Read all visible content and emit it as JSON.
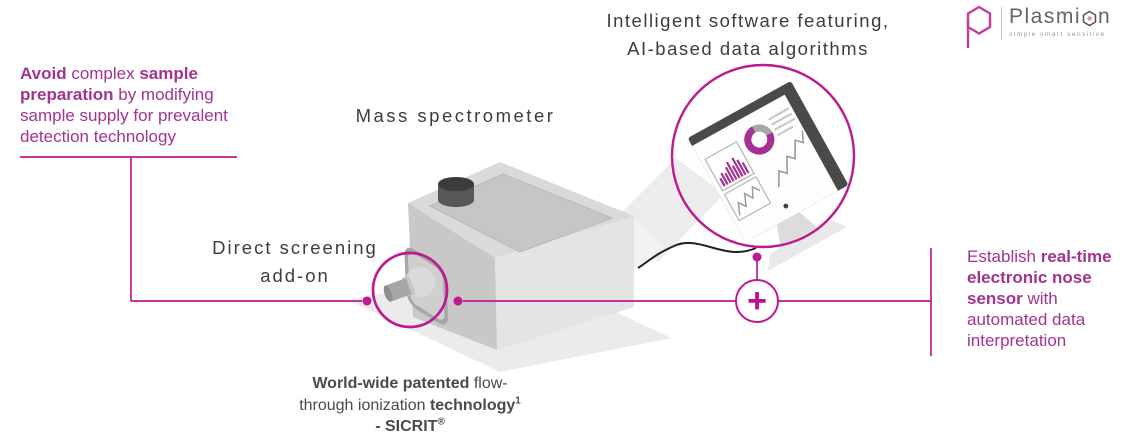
{
  "colors": {
    "magenta_text": "#a23390",
    "magenta_line": "#bc1a8e",
    "plus_magenta": "#c20a92",
    "label_gray": "#3d3d3d",
    "body_gray": "#4a4a4a"
  },
  "logo": {
    "name_part1": "Plasmi",
    "name_part2": "n",
    "tagline": "simple smart sensitive"
  },
  "labels": {
    "software_line1": "Intelligent software featuring,",
    "software_line2": "AI-based data algorithms",
    "mass_spectrometer": "Mass spectrometer",
    "direct_screening_line1": "Direct screening",
    "direct_screening_line2": "add-on",
    "plus": "+"
  },
  "notes": {
    "left": {
      "lines": [
        [
          {
            "t": "Avoid",
            "b": true
          },
          {
            "t": " complex ",
            "b": false
          },
          {
            "t": "sample",
            "b": true
          }
        ],
        [
          {
            "t": "preparation",
            "b": true
          },
          {
            "t": " by modifying",
            "b": false
          }
        ],
        [
          {
            "t": "sample supply for prevalent",
            "b": false
          }
        ],
        [
          {
            "t": "detection technology",
            "b": false
          }
        ]
      ]
    },
    "right": {
      "lines": [
        [
          {
            "t": "Establish ",
            "b": false
          },
          {
            "t": "real-time",
            "b": true
          }
        ],
        [
          {
            "t": "electronic nose",
            "b": true
          }
        ],
        [
          {
            "t": "sensor",
            "b": true
          },
          {
            "t": " with",
            "b": false
          }
        ],
        [
          {
            "t": "automated data",
            "b": false
          }
        ],
        [
          {
            "t": "interpretation",
            "b": false
          }
        ]
      ]
    },
    "bottom": {
      "lines": [
        [
          {
            "t": "World-wide patented",
            "b": true
          },
          {
            "t": " flow-",
            "b": false
          }
        ],
        [
          {
            "t": "through ionization ",
            "b": false
          },
          {
            "t": "technology",
            "b": true
          },
          {
            "t": "1",
            "b": true,
            "sup": true
          }
        ],
        [
          {
            "t": "- SICRIT",
            "b": true
          },
          {
            "t": "®",
            "b": true,
            "sup": true
          }
        ]
      ]
    }
  }
}
